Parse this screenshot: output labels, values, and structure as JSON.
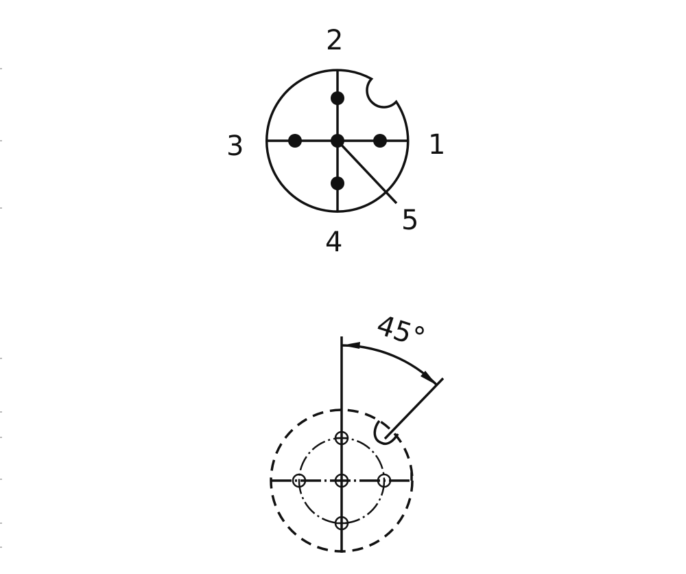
{
  "front_view": {
    "pin_labels": {
      "pin1": "1",
      "pin2": "2",
      "pin3": "3",
      "pin4": "4",
      "pin5": "5"
    }
  },
  "mounting_view": {
    "angle_label": "45°"
  },
  "colors": {
    "line": "#111111",
    "background": "#ffffff"
  }
}
